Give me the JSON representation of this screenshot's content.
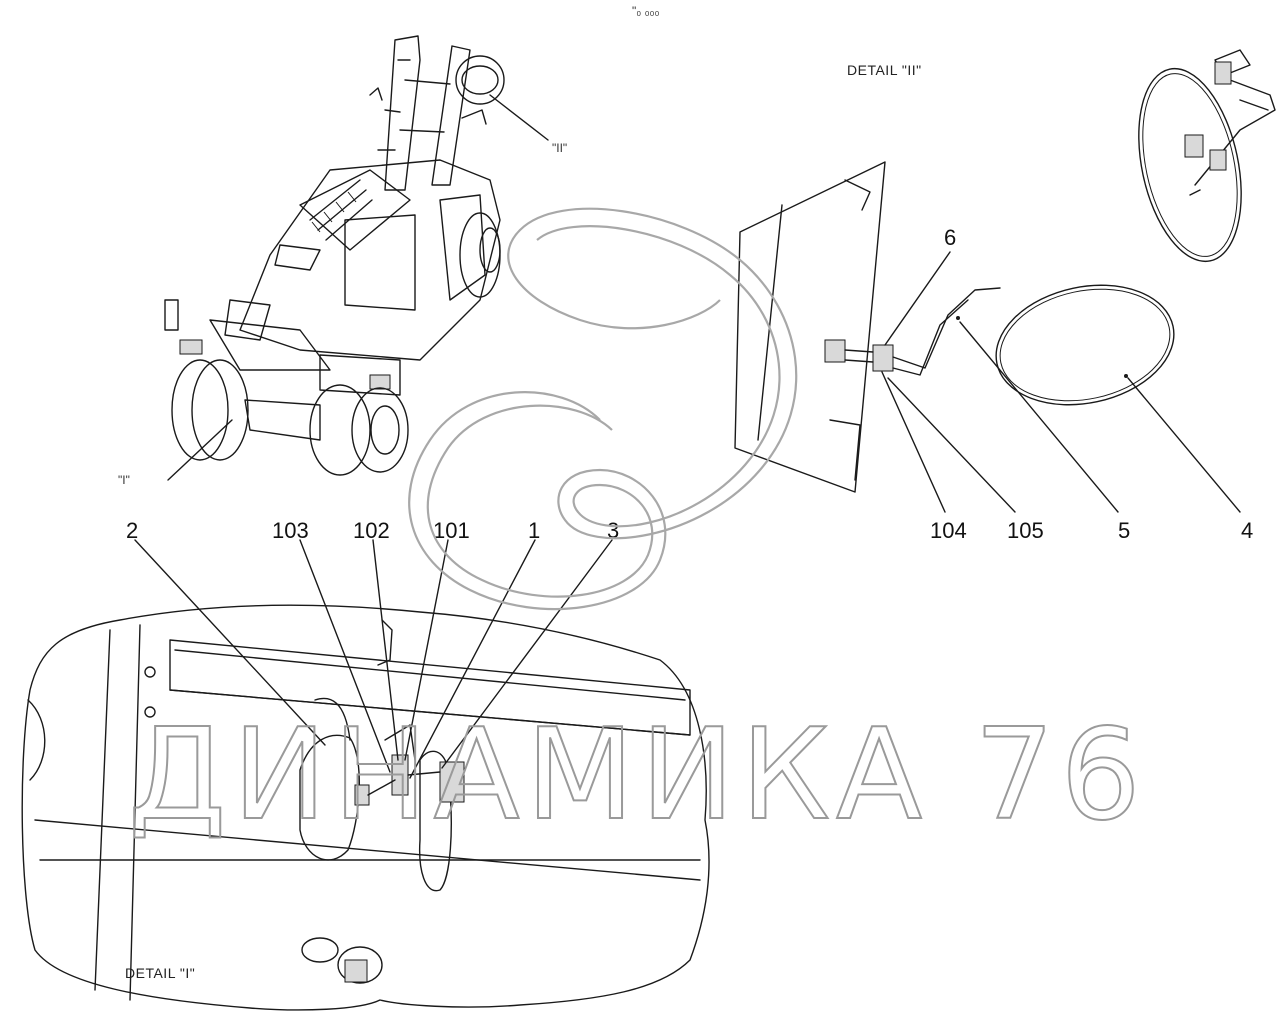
{
  "header": {
    "text": "\"₀ ₀₀₀"
  },
  "details": {
    "detail_one": "DETAIL   \"I\"",
    "detail_two": "DETAIL   \"II\""
  },
  "view_markers": {
    "marker_one": "\"I\"",
    "marker_two": "\"II\""
  },
  "callouts": [
    "2",
    "103",
    "102",
    "101",
    "1",
    "3",
    "6",
    "104",
    "105",
    "5",
    "4"
  ],
  "watermark": {
    "text": "ДИНАМИКА 76"
  }
}
